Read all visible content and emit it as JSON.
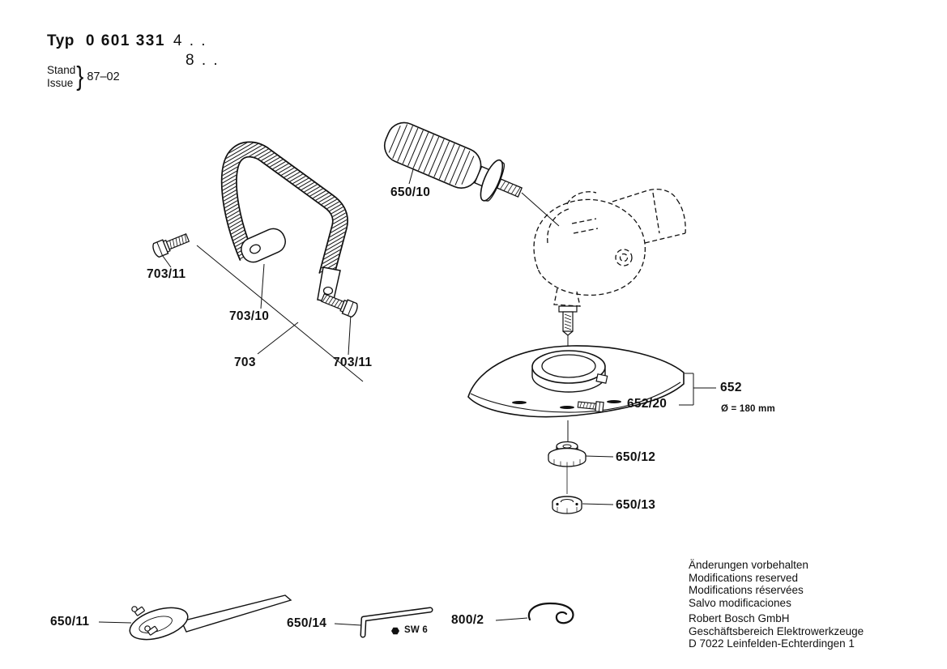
{
  "header": {
    "typ_label": "Typ",
    "type_number": "0 601 331",
    "type_suffix_line1": "4 . .",
    "type_suffix_line2": "8 . .",
    "stand_label": "Stand",
    "issue_label": "Issue",
    "brace": "}",
    "issue_date": "87–02"
  },
  "labels": {
    "side_handle": "650/10",
    "bolt_left": "703/11",
    "handle_bracket": "703/10",
    "handle_assembly": "703",
    "bolt_right": "703/11",
    "guard_screw": "652/20",
    "guard": "652",
    "guard_diameter": "Ø = 180 mm",
    "backing_flange": "650/12",
    "clamping_nut": "650/13",
    "pin_spanner": "650/11",
    "hex_key": "650/14",
    "hex_key_size": "SW 6",
    "wire_clip": "800/2"
  },
  "footer": {
    "notices": [
      "Änderungen vorbehalten",
      "Modifications reserved",
      "Modifications réservées",
      "Salvo modificaciones"
    ],
    "company": [
      "Robert Bosch GmbH",
      "Geschäftsbereich Elektrowerkzeuge",
      "D 7022 Leinfelden-Echterdingen 1"
    ]
  }
}
